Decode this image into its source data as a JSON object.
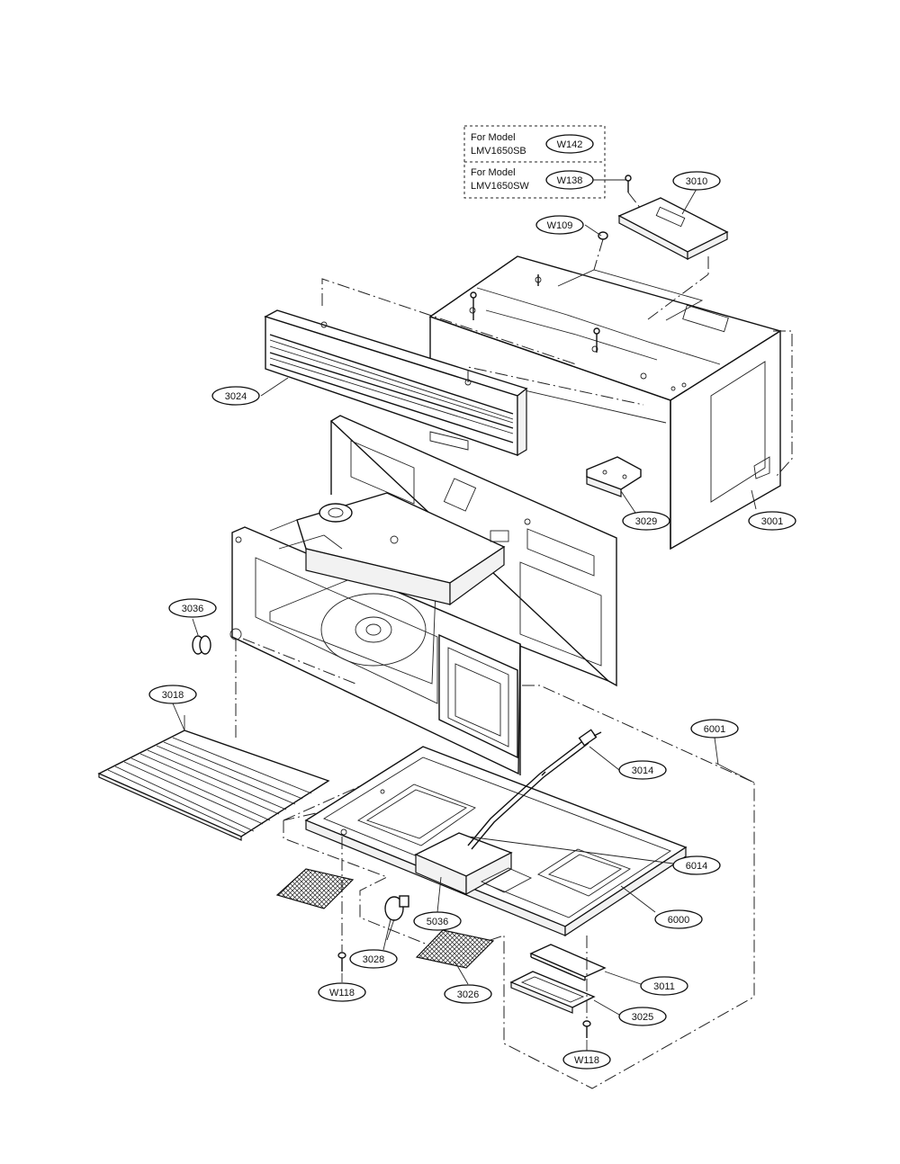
{
  "legend": {
    "box1": {
      "line1": "For Model",
      "line2": "LMV1650SB",
      "part": "W142"
    },
    "box2": {
      "line1": "For Model",
      "line2": "LMV1650SW",
      "part": "W138"
    }
  },
  "callouts": {
    "c3010": "3010",
    "cW109": "W109",
    "c3024": "3024",
    "c3029": "3029",
    "c3001": "3001",
    "c3036": "3036",
    "c3018": "3018",
    "c6001": "6001",
    "c3014": "3014",
    "c6014": "6014",
    "c6000": "6000",
    "c5036": "5036",
    "c3028": "3028",
    "cW118a": "W118",
    "c3026": "3026",
    "c3011": "3011",
    "c3025": "3025",
    "cW118b": "W118"
  }
}
